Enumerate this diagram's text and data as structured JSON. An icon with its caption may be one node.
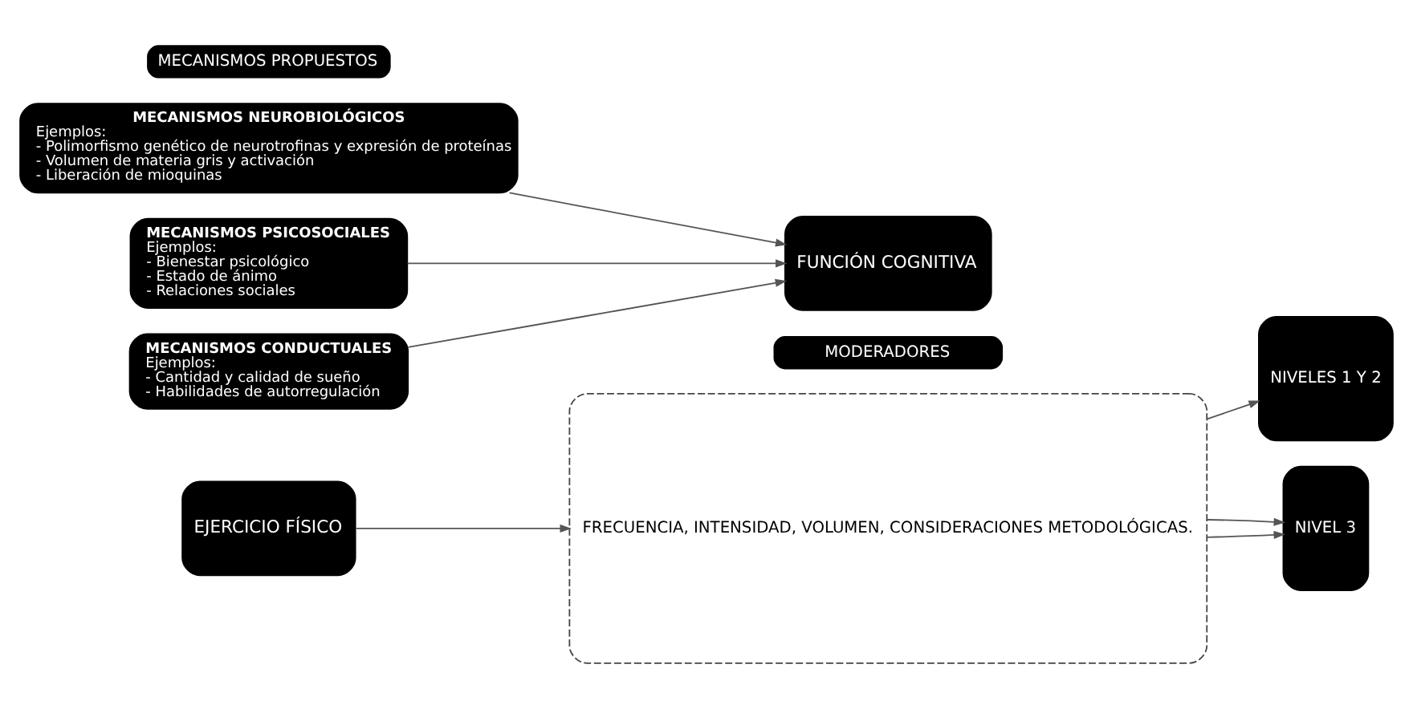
{
  "diagram": {
    "nodes": [
      {
        "text": [
          "MODERADORES"
        ]
      },
      {
        "text": [
          "MECANISMOS PROPUESTOS"
        ]
      },
      {
        "text": [
          "EJERCICIO FÍSICO"
        ]
      },
      {
        "text": [
          "FRECUENCIA, INTENSIDAD, VOLUMEN, CONSIDERACIONES METODOLÓGICAS."
        ]
      },
      {
        "text": [
          "NIVELES 1 Y 2"
        ]
      },
      {
        "text": [
          "NIVEL 3"
        ]
      },
      {
        "text": [
          "MECANISMOS NEUROBIOLÓGICOS",
          "Ejemplos:",
          "- Polimorfismo genético de neurotrofinas y expresión de proteínas",
          "- Volumen de materia gris y activación",
          "- Liberación de mioquinas"
        ]
      },
      {
        "text": [
          "MECANISMOS PSICOSOCIALES",
          "Ejemplos:",
          "- Bienestar psicológico",
          "- Estado de ánimo",
          "- Relaciones sociales"
        ]
      },
      {
        "text": [
          "MECANISMOS CONDUCTUALES",
          "Ejemplos:",
          "- Cantidad y calidad de sueño",
          "- Habilidades de autorregulación"
        ]
      },
      {
        "text": [
          "FUNCIÓN COGNITIVA"
        ]
      }
    ],
    "edges": [
      {
        "from": 2,
        "to": 3,
        "arrow": "to"
      },
      {
        "from": 3,
        "to": 4,
        "arrow": "to"
      },
      {
        "from": 3,
        "to": 5,
        "arrow": "to"
      },
      {
        "from": 3,
        "to": 5,
        "arrow": "to"
      },
      {
        "from": 6,
        "to": 9,
        "arrow": "to"
      },
      {
        "from": 7,
        "to": 9,
        "arrow": "to"
      },
      {
        "from": 8,
        "to": 9,
        "arrow": "to"
      }
    ]
  }
}
